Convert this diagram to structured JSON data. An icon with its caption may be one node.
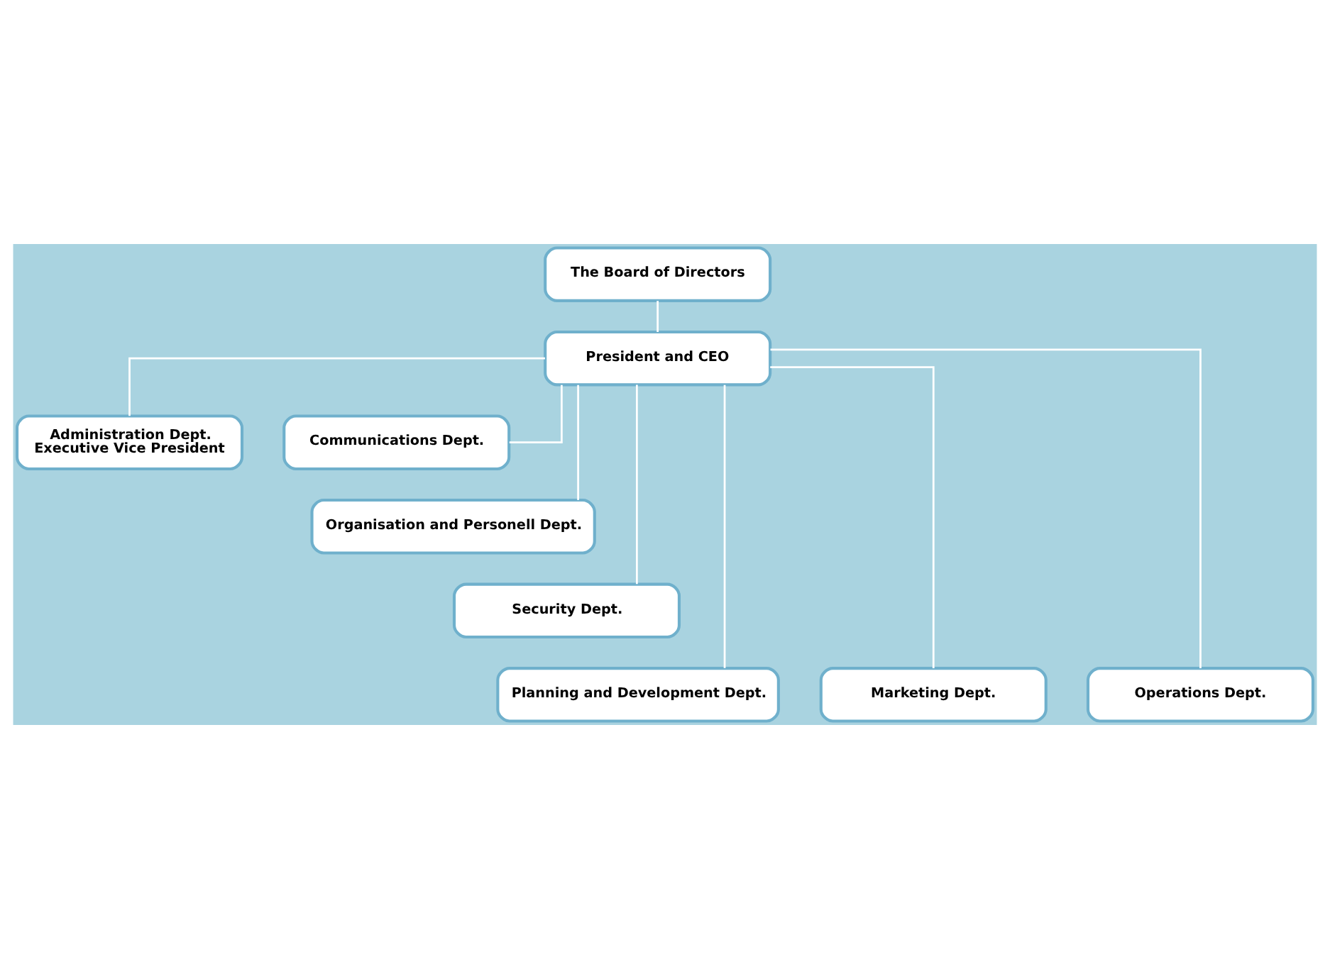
{
  "diagram": {
    "nodes": [
      {
        "text": [
          "The Board of Directors"
        ]
      },
      {
        "text": [
          "President and CEO"
        ]
      },
      {
        "text": [
          "Administration Dept.",
          "Executive Vice President"
        ]
      },
      {
        "text": [
          "Communications Dept."
        ]
      },
      {
        "text": [
          "Organisation and Personell Dept."
        ]
      },
      {
        "text": [
          "Security Dept."
        ]
      },
      {
        "text": [
          "Planning and Development Dept."
        ]
      },
      {
        "text": [
          "Marketing Dept."
        ]
      },
      {
        "text": [
          "Operations Dept."
        ]
      }
    ],
    "edges": [
      {
        "from": 0,
        "to": 1,
        "arrow": "none"
      },
      {
        "from": 1,
        "to": 2,
        "arrow": "none"
      },
      {
        "from": 1,
        "to": 3,
        "arrow": "none"
      },
      {
        "from": 1,
        "to": 4,
        "arrow": "none"
      },
      {
        "from": 1,
        "to": 5,
        "arrow": "none"
      },
      {
        "from": 1,
        "to": 6,
        "arrow": "none"
      },
      {
        "from": 1,
        "to": 7,
        "arrow": "none"
      },
      {
        "from": 1,
        "to": 8,
        "arrow": "none"
      }
    ]
  }
}
